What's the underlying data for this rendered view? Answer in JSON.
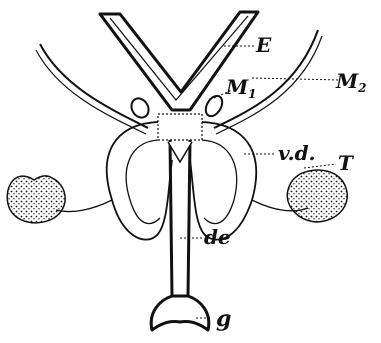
{
  "figure": {
    "labels": {
      "E": "E",
      "M1": "M",
      "M1_sub": "1",
      "M2": "M",
      "M2_sub": "2",
      "vd": "v.d.",
      "T": "T",
      "de": "de",
      "g": "g"
    }
  }
}
